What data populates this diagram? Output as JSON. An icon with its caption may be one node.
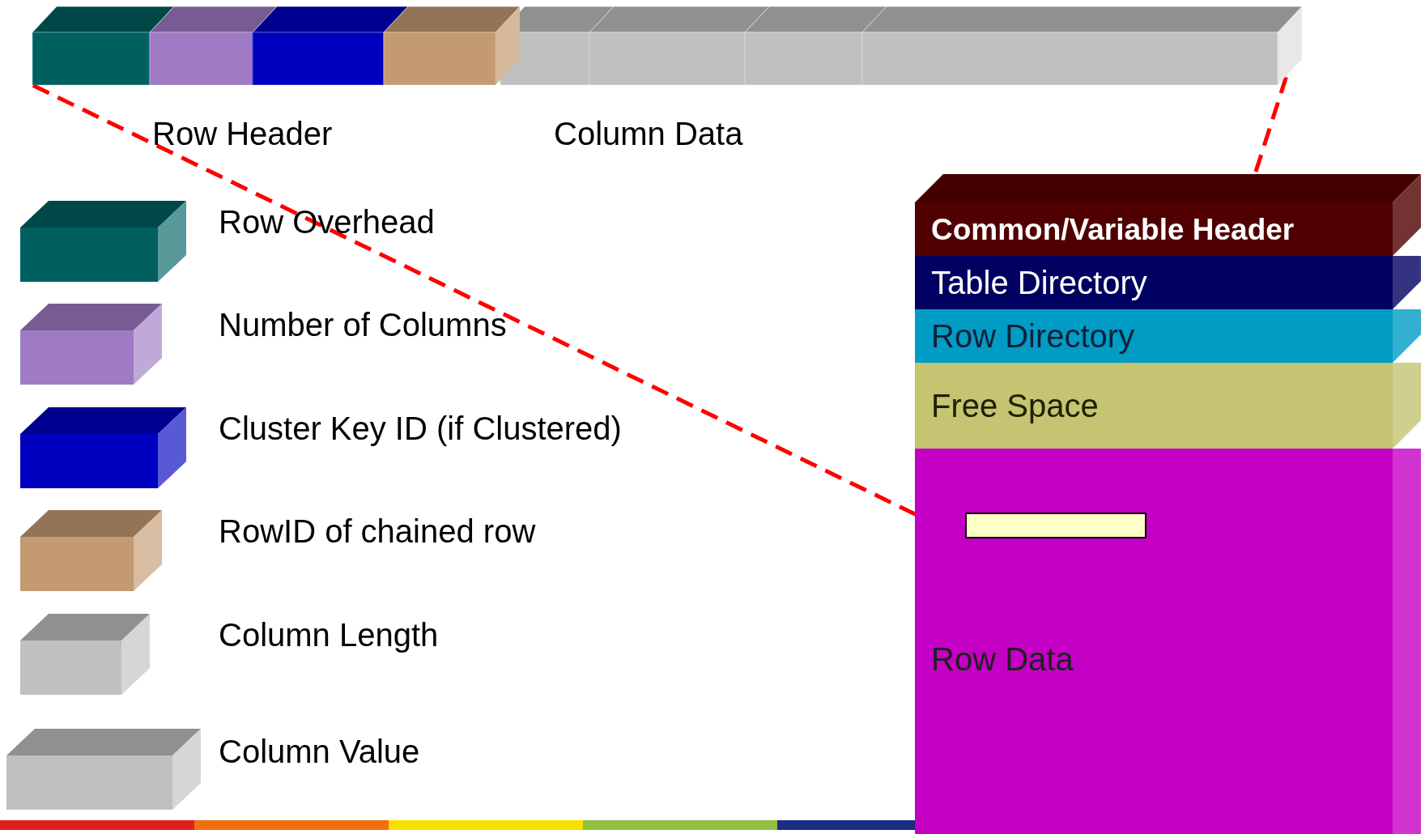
{
  "diagram": {
    "nodes": [
      {
        "text": [],
        "shape": "bar"
      },
      {
        "text": [
          "Common/Variable Header"
        ]
      },
      {
        "text": [
          "Table Directory"
        ]
      },
      {
        "text": [
          "Row Directory"
        ]
      },
      {
        "text": [
          "Free Space"
        ]
      },
      {
        "text": [
          "Row Data"
        ]
      },
      {
        "text": [],
        "shape": "box",
        "in": 5
      }
    ],
    "edges": [
      {
        "from": 6,
        "to": 0,
        "arrow": "none",
        "style": "dashed",
        "color": "#ff0000"
      },
      {
        "from": 6,
        "to": 0,
        "arrow": "none",
        "style": "dashed",
        "color": "#ff0000"
      }
    ],
    "labels": [
      "Row Header",
      "Column Data"
    ],
    "legend": [
      {
        "text": "Row Overhead",
        "color": "#006060"
      },
      {
        "text": "Number of Columns",
        "color": "#9e7bc4"
      },
      {
        "text": "Cluster Key ID (if Clustered)",
        "color": "#0000c0"
      },
      {
        "text": "RowID of chained row",
        "color": "#c49a72"
      },
      {
        "text": "Column Length",
        "color": "#c0c0c0"
      },
      {
        "text": "Column Value",
        "color": "#c0c0c0"
      }
    ]
  }
}
